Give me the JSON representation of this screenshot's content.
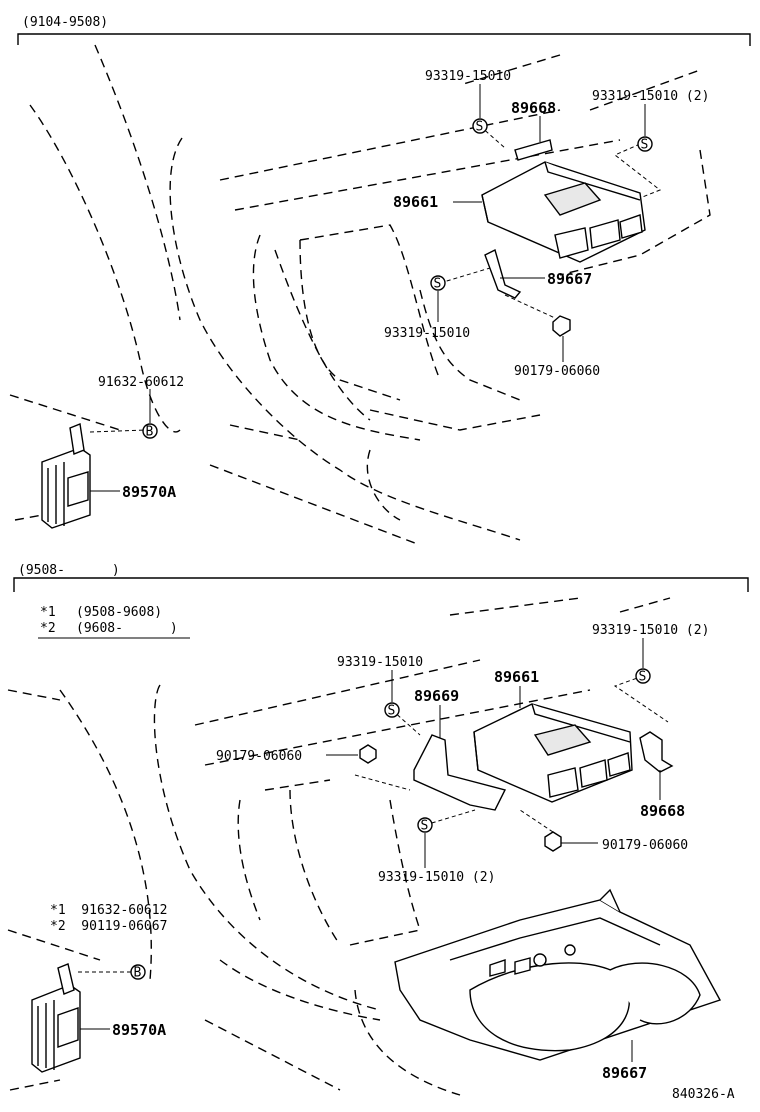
{
  "sections": [
    {
      "range_label": "(9104-9508)",
      "labels": {
        "screw_top": "93319-15010",
        "bracket_small": "89668",
        "screw_right": "93319-15010 (2)",
        "computer": "89661",
        "bracket": "89667",
        "screw_lower": "93319-15010",
        "nut": "90179-06060",
        "bolt_sensor": "91632-60612",
        "sensor": "89570A"
      },
      "markers": {
        "screw": "S",
        "bolt": "B"
      }
    },
    {
      "range_label": "(9508-      )",
      "notes": [
        {
          "mark": "*1",
          "text": "(9508-9608)"
        },
        {
          "mark": "*2",
          "text": "(9608-      )"
        }
      ],
      "labels": {
        "screw_top": "93319-15010",
        "screw_right": "93319-15010 (2)",
        "bracket_left": "89669",
        "computer": "89661",
        "nut_left": "90179-06060",
        "bracket_right": "89668",
        "nut_right": "90179-06060",
        "screw_lower": "93319-15010 (2)",
        "bolt_note1": "*1  91632-60612",
        "bolt_note2": "*2  90119-06067",
        "sensor": "89570A",
        "floor_panel": "89667"
      },
      "markers": {
        "screw": "S",
        "bolt": "B"
      }
    }
  ],
  "figure_code": "840326-A"
}
